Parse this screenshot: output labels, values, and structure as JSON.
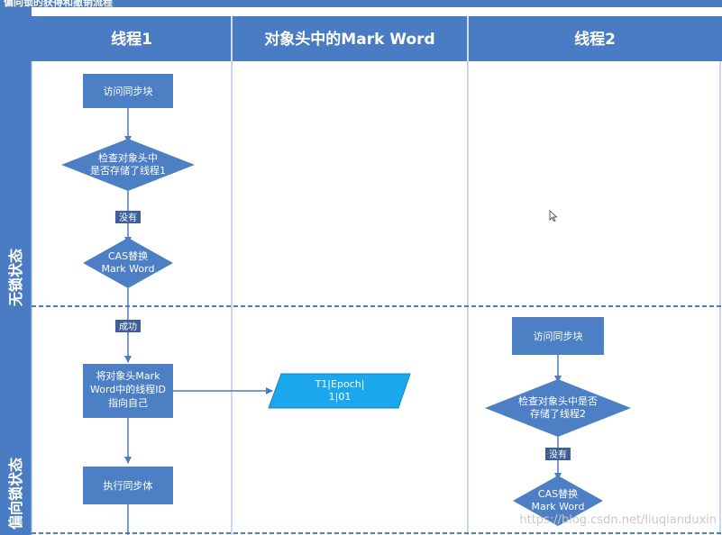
{
  "header": {
    "top_title": "偏向锁的获得和撤销流程",
    "col1": "线程1",
    "col2": "对象头中的Mark Word",
    "col3": "线程2"
  },
  "lanes": {
    "lane1": "无锁状态",
    "lane2": "偏向锁状态"
  },
  "thread1": {
    "access": "访问同步块",
    "check_line1": "检查对象头中",
    "check_line2": "是否存储了线程1",
    "no_label": "没有",
    "cas_line1": "CAS替换",
    "cas_line2": "Mark Word",
    "ok_label": "成功",
    "point_line1": "将对象头Mark",
    "point_line2": "Word中的线程ID",
    "point_line3": "指向自己",
    "execute": "执行同步体"
  },
  "markword": {
    "line1": "T1|Epoch|",
    "line2": "1|01"
  },
  "thread2": {
    "access": "访问同步块",
    "check_line1": "检查对象头中是否",
    "check_line2": "存储了线程2",
    "no_label": "没有",
    "cas_line1": "CAS替换",
    "cas_line2": "Mark Word"
  },
  "watermark": "https://blog.csdn.net/liuqianduxin",
  "colors": {
    "header_bg": "#4a7cc3",
    "lane_bg": "#4a7cc3",
    "node_fill": "#4d7fc4",
    "markword_fill": "#1aa7ec",
    "arrow": "#4a7cc3"
  }
}
